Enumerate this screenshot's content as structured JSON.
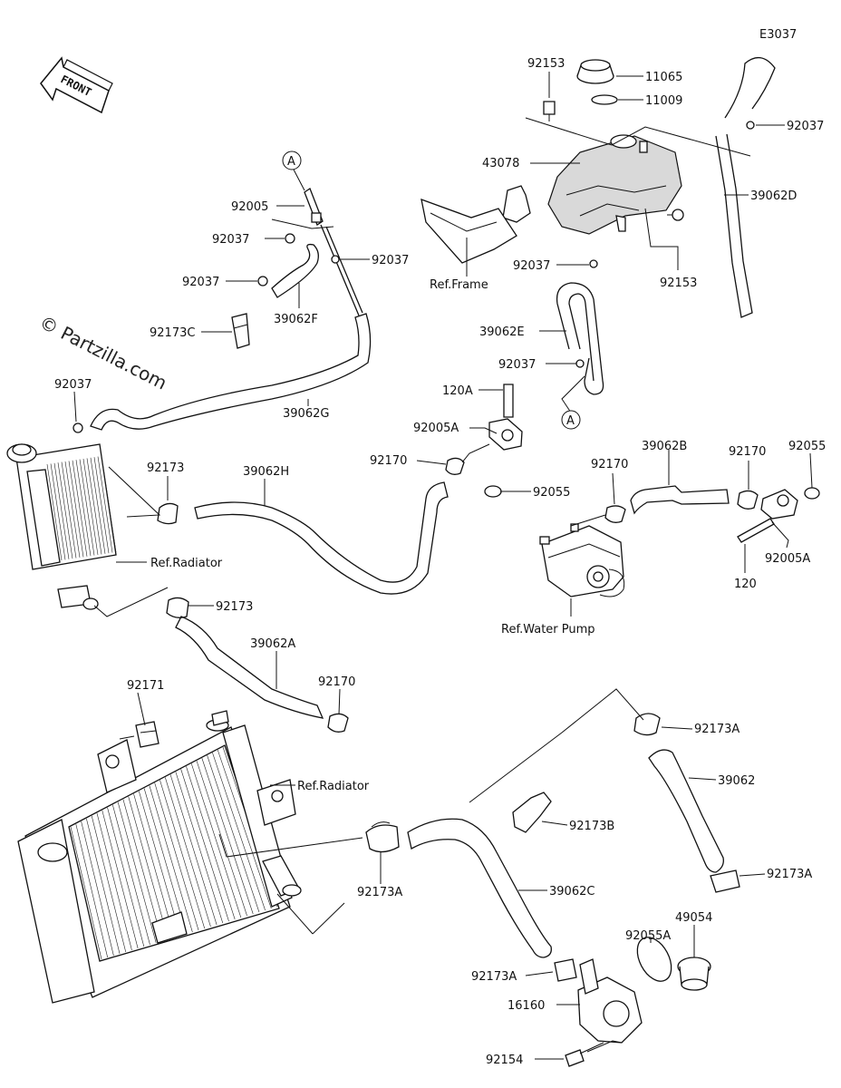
{
  "diagram_code": "E3037",
  "front_arrow_label": "FRONT",
  "watermark": "© Partzilla.com",
  "callouts": [
    "A",
    "A"
  ],
  "labels": {
    "p92153_top": "92153",
    "p11065": "11065",
    "p11009": "11009",
    "p92037_tr": "92037",
    "p43078": "43078",
    "p39062D": "39062D",
    "ref_frame": "Ref.Frame",
    "p92037_tank": "92037",
    "p92153_tank": "92153",
    "p92005": "92005",
    "p92037_a": "92037",
    "p92037_b": "92037",
    "p92037_c": "92037",
    "p39062F": "39062F",
    "p92173C": "92173C",
    "p39062E": "39062E",
    "p92037_e": "92037",
    "p92037_left": "92037",
    "p39062G": "39062G",
    "p120A": "120A",
    "p92005A_l": "92005A",
    "p92170_l": "92170",
    "p92055_l": "92055",
    "p92173_a": "92173",
    "p39062H": "39062H",
    "ref_radiator_1": "Ref.Radiator",
    "p92173_b": "92173",
    "p39062B": "39062B",
    "p92170_m": "92170",
    "p92170_r": "92170",
    "p92055_r": "92055",
    "p92005A_r": "92005A",
    "p120": "120",
    "ref_water_pump": "Ref.Water Pump",
    "p39062A": "39062A",
    "p92170_b": "92170",
    "p92171": "92171",
    "ref_radiator_2": "Ref.Radiator",
    "p92173A_1": "92173A",
    "p39062": "39062",
    "p92173B": "92173B",
    "p92173A_2": "92173A",
    "p92173A_3": "92173A",
    "p39062C": "39062C",
    "p49054": "49054",
    "p92055A": "92055A",
    "p92173A_4": "92173A",
    "p16160": "16160",
    "p92154": "92154"
  }
}
